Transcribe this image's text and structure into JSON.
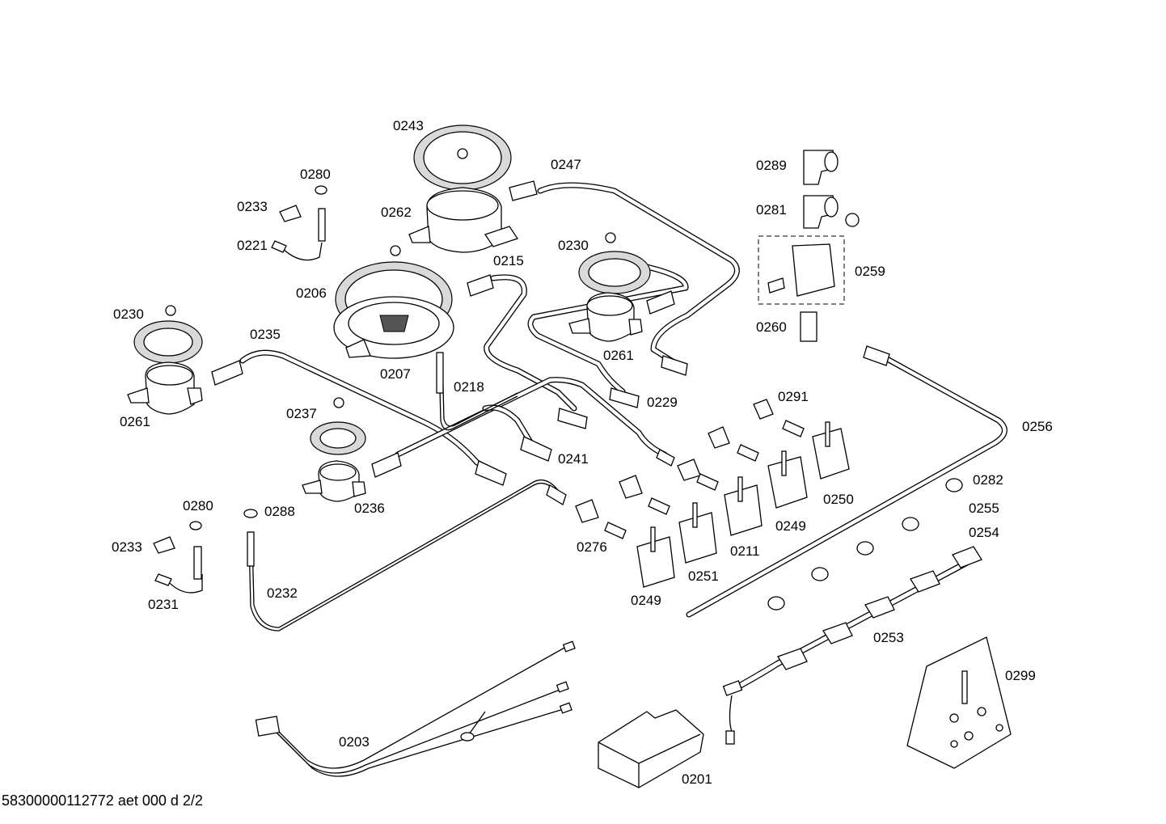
{
  "diagram": {
    "footer_text": "58300000112772 aet 000 d 2/2",
    "labels": [
      {
        "id": "l0243",
        "text": "0243"
      },
      {
        "id": "l0247",
        "text": "0247"
      },
      {
        "id": "l0280a",
        "text": "0280"
      },
      {
        "id": "l0233a",
        "text": "0233"
      },
      {
        "id": "l0262",
        "text": "0262"
      },
      {
        "id": "l0221",
        "text": "0221"
      },
      {
        "id": "l0215",
        "text": "0215"
      },
      {
        "id": "l0230a",
        "text": "0230"
      },
      {
        "id": "l0206",
        "text": "0206"
      },
      {
        "id": "l0230b",
        "text": "0230"
      },
      {
        "id": "l0235",
        "text": "0235"
      },
      {
        "id": "l0207",
        "text": "0207"
      },
      {
        "id": "l0261a",
        "text": "0261"
      },
      {
        "id": "l0218",
        "text": "0218"
      },
      {
        "id": "l0229",
        "text": "0229"
      },
      {
        "id": "l0261b",
        "text": "0261"
      },
      {
        "id": "l0289",
        "text": "0289"
      },
      {
        "id": "l0281",
        "text": "0281"
      },
      {
        "id": "l0259",
        "text": "0259"
      },
      {
        "id": "l0260",
        "text": "0260"
      },
      {
        "id": "l0291",
        "text": "0291"
      },
      {
        "id": "l0256",
        "text": "0256"
      },
      {
        "id": "l0237",
        "text": "0237"
      },
      {
        "id": "l0241",
        "text": "0241"
      },
      {
        "id": "l0250",
        "text": "0250"
      },
      {
        "id": "l0236",
        "text": "0236"
      },
      {
        "id": "l0280b",
        "text": "0280"
      },
      {
        "id": "l0288",
        "text": "0288"
      },
      {
        "id": "l0249a",
        "text": "0249"
      },
      {
        "id": "l0282",
        "text": "0282"
      },
      {
        "id": "l0255",
        "text": "0255"
      },
      {
        "id": "l0254",
        "text": "0254"
      },
      {
        "id": "l0233b",
        "text": "0233"
      },
      {
        "id": "l0276",
        "text": "0276"
      },
      {
        "id": "l0211",
        "text": "0211"
      },
      {
        "id": "l0251",
        "text": "0251"
      },
      {
        "id": "l0231",
        "text": "0231"
      },
      {
        "id": "l0232",
        "text": "0232"
      },
      {
        "id": "l0249b",
        "text": "0249"
      },
      {
        "id": "l0253",
        "text": "0253"
      },
      {
        "id": "l0299",
        "text": "0299"
      },
      {
        "id": "l0203",
        "text": "0203"
      },
      {
        "id": "l0201",
        "text": "0201"
      }
    ]
  }
}
